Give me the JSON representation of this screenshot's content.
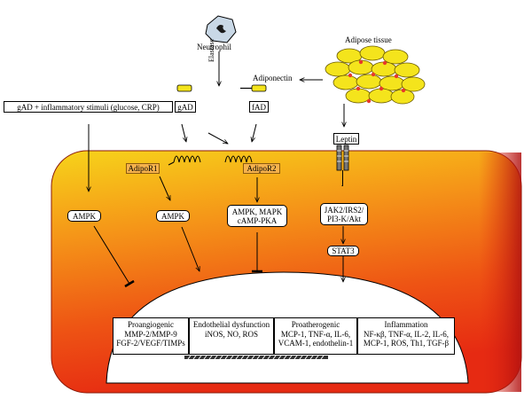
{
  "cell_labels": {
    "neutrophil": "Neutrophil",
    "elastase": "Elastase",
    "adipose_tissue": "Adipose tissue",
    "adiponectin": "Adiponectin"
  },
  "boxes": {
    "gad_stimuli": "gAD + inflammatory stimuli (glucose, CRP)",
    "gad": "gAD",
    "fad": "fAD",
    "leptin": "Leptin",
    "adipor1": "AdipoR1",
    "adipor2": "AdipoR2",
    "ampk_left": "AMPK",
    "ampk_mid": "AMPK",
    "ampk_mapk": [
      "AMPK, MAPK",
      "cAMP-PKA"
    ],
    "jak": [
      "JAK2/IRS2/",
      "PI3-K/Akt"
    ],
    "stat3": "STAT3"
  },
  "outcomes": [
    {
      "lines": [
        "Proangiogenic",
        "MMP-2/MMP-9",
        "FGF-2/VEGF/TIMPs"
      ]
    },
    {
      "lines": [
        "Endothelial dysfunction",
        "iNOS, NO, ROS"
      ]
    },
    {
      "lines": [
        "Proatherogenic",
        "MCP-1, TNF-α, IL-6,",
        "VCAM-1, endothelin-1"
      ]
    },
    {
      "lines": [
        "Inflammation",
        "NF-κβ, TNF-α, IL-2, IL-6,",
        "MCP-1, ROS, Th1, TGF-β"
      ]
    }
  ],
  "colors": {
    "cell_top": "#e62a12",
    "cell_bottom": "#f7d41a",
    "adipocyte": "#f4e41c",
    "adipocyte_nucleus": "#e8392a",
    "neutrophil": "#c9d8e6",
    "receptor_box": "#f6b24c"
  }
}
